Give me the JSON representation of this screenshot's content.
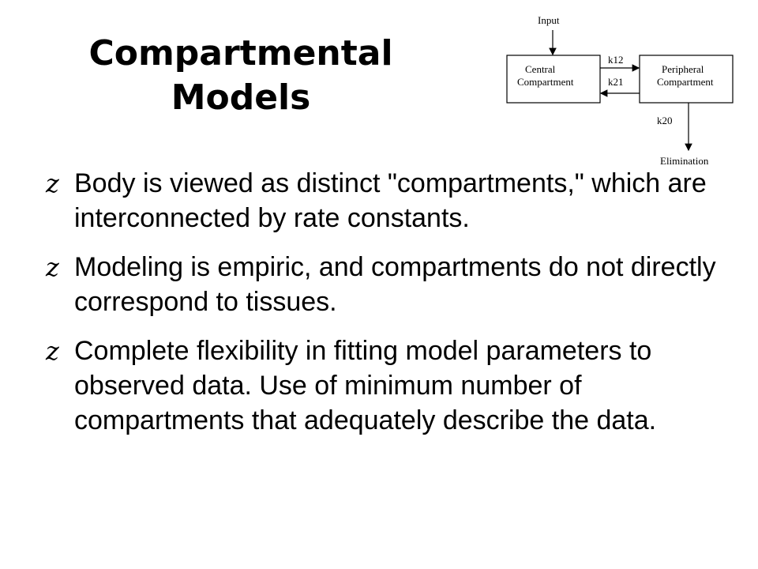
{
  "slide": {
    "title_line1": "Compartmental",
    "title_line2": "Models",
    "bullet_marker": "z",
    "bullets": [
      "Body is viewed as distinct \"compartments,\" which are interconnected by rate constants.",
      "Modeling is empiric, and compartments do not directly correspond to tissues.",
      "Complete flexibility in fitting model parameters to observed data.  Use of minimum number of compartments that adequately describe the data."
    ]
  },
  "diagram": {
    "input_label": "Input",
    "central_line1": "Central",
    "central_line2": "Compartment",
    "peripheral_line1": "Peripheral",
    "peripheral_line2": "Compartment",
    "k12_label": "k12",
    "k21_label": "k21",
    "k20_label": "k20",
    "elimination_label": "Elimination"
  }
}
